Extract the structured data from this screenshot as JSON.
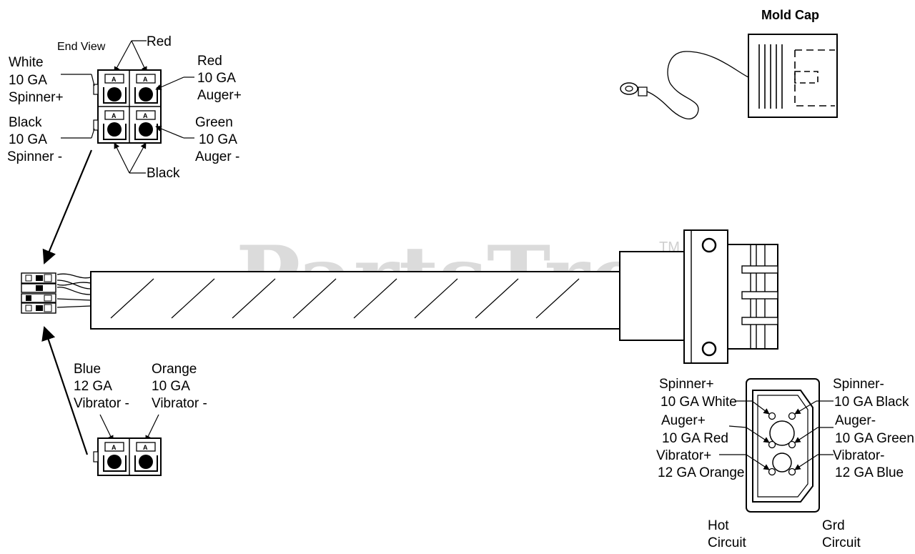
{
  "watermark": {
    "text": "PartsTree",
    "tm": "TM"
  },
  "mold_cap": {
    "title": "Mold Cap"
  },
  "end_view": {
    "title": "End View",
    "top_label": "Red",
    "bottom_label": "Black",
    "pin_letter": "A",
    "left_top": [
      "White",
      "10 GA",
      "Spinner+"
    ],
    "left_bottom": [
      "Black",
      "10 GA",
      "Spinner -"
    ],
    "right_top": [
      "Red",
      "10 GA",
      "Auger+"
    ],
    "right_bottom": [
      "Green",
      "10 GA",
      "Auger -"
    ]
  },
  "vibrator_connector": {
    "left": [
      "Blue",
      "12 GA",
      "Vibrator -"
    ],
    "right": [
      "Orange",
      "10 GA",
      "Vibrator -"
    ]
  },
  "plug_face": {
    "left": [
      [
        "Spinner+",
        "10 GA White"
      ],
      [
        "Auger+",
        "10 GA Red"
      ],
      [
        "Vibrator+",
        "12 GA Orange"
      ]
    ],
    "right": [
      [
        "Spinner-",
        "10 GA Black"
      ],
      [
        "Auger-",
        "10 GA Green"
      ],
      [
        "Vibrator-",
        "12 GA Blue"
      ]
    ],
    "hot": [
      "Hot",
      "Circuit"
    ],
    "grd": [
      "Grd",
      "Circuit"
    ]
  }
}
